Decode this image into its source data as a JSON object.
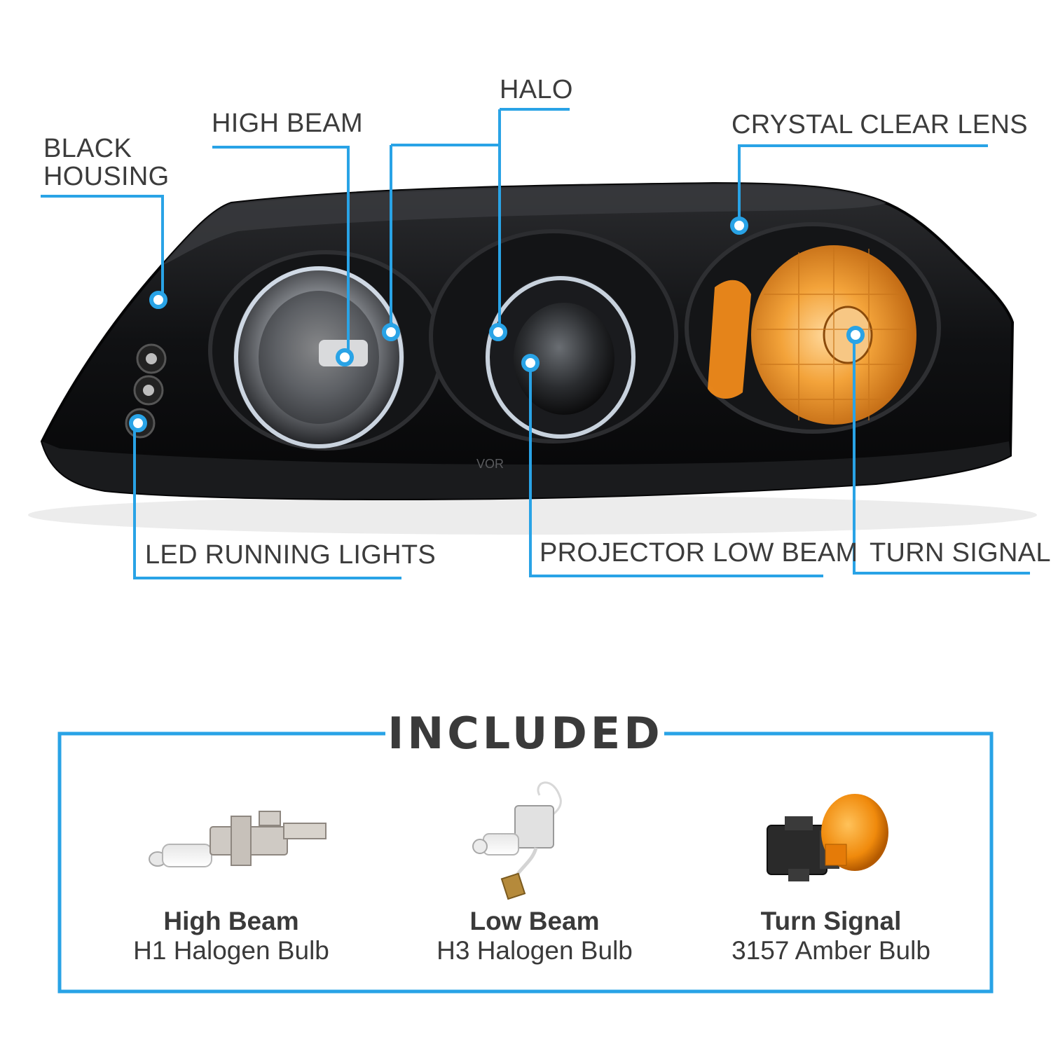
{
  "accent_color": "#29a3e6",
  "callouts": {
    "black_housing": [
      "BLACK",
      "HOUSING"
    ],
    "high_beam": "HIGH BEAM",
    "halo": "HALO",
    "crystal_clear_lens": "CRYSTAL CLEAR LENS",
    "led_running_lights": "LED RUNNING LIGHTS",
    "projector_low_beam": "PROJECTOR LOW BEAM",
    "turn_signal": "TURN SIGNAL"
  },
  "included": {
    "title": "INCLUDED",
    "items": [
      {
        "title": "High Beam",
        "subtitle": "H1 Halogen Bulb",
        "icon": "h1-halogen-bulb-icon"
      },
      {
        "title": "Low Beam",
        "subtitle": "H3 Halogen Bulb",
        "icon": "h3-halogen-bulb-icon"
      },
      {
        "title": "Turn Signal",
        "subtitle": "3157 Amber Bulb",
        "icon": "amber-3157-bulb-icon"
      }
    ]
  },
  "headlight_markings": {
    "lens_code": "VOR"
  }
}
